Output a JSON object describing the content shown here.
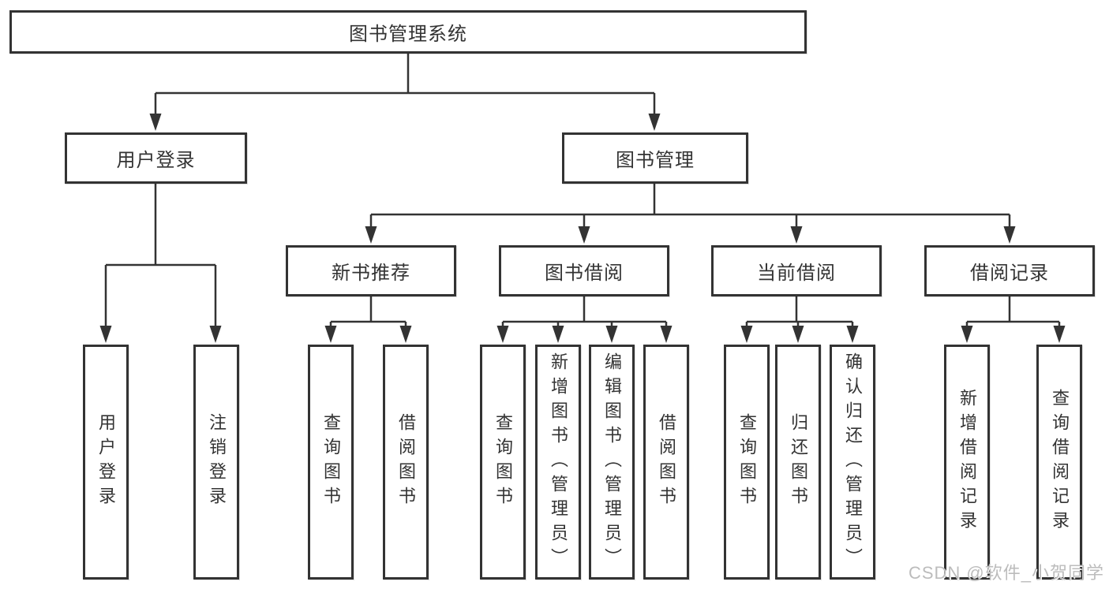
{
  "tree": {
    "root": "图书管理系统",
    "branches": [
      {
        "label": "用户登录",
        "leaves": [
          "用户登录",
          "注销登录"
        ]
      },
      {
        "label": "图书管理",
        "groups": [
          {
            "label": "新书推荐",
            "leaves": [
              "查询图书",
              "借阅图书"
            ]
          },
          {
            "label": "图书借阅",
            "leaves": [
              "查询图书",
              "新增图书（管理员）",
              "编辑图书（管理员）",
              "借阅图书"
            ]
          },
          {
            "label": "当前借阅",
            "leaves": [
              "查询图书",
              "归还图书",
              "确认归还（管理员）"
            ]
          },
          {
            "label": "借阅记录",
            "leaves": [
              "新增借阅记录",
              "查询借阅记录"
            ]
          }
        ]
      }
    ]
  },
  "watermark": "CSDN @软件_小贺同学",
  "colors": {
    "line": "#333333",
    "text": "#333333",
    "box_background": "#ffffff",
    "watermark": "#bcbcbc"
  }
}
